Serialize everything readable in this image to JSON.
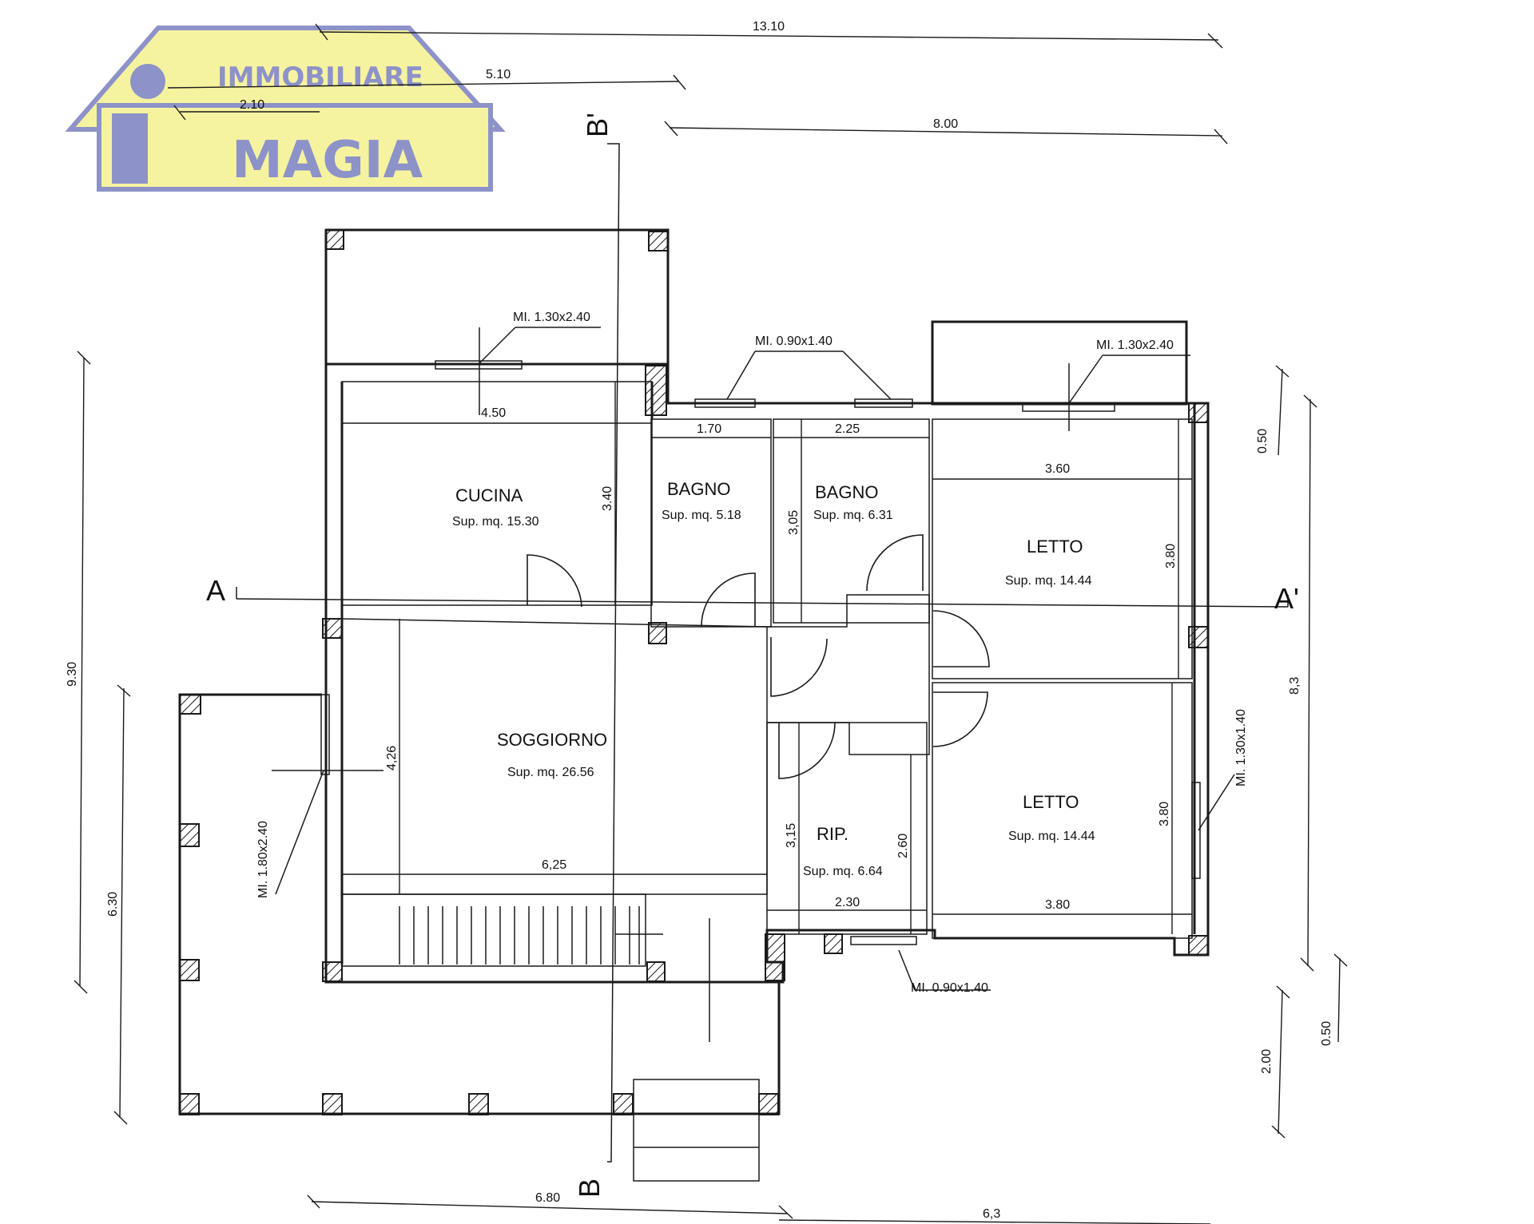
{
  "logo": {
    "line1": "IMMOBILIARE",
    "line2": "MAGIA",
    "color_fill": "#f6f3a0",
    "color_ink": "#8d92c8"
  },
  "rooms": {
    "cucina": {
      "name": "CUCINA",
      "area": "Sup. mq. 15.30"
    },
    "bagno1": {
      "name": "BAGNO",
      "area": "Sup. mq. 5.18"
    },
    "bagno2": {
      "name": "BAGNO",
      "area": "Sup. mq. 6.31"
    },
    "letto1": {
      "name": "LETTO",
      "area": "Sup. mq. 14.44"
    },
    "soggiorno": {
      "name": "SOGGIORNO",
      "area": "Sup. mq. 26.56"
    },
    "rip": {
      "name": "RIP.",
      "area": "Sup. mq. 6.64"
    },
    "letto2": {
      "name": "LETTO",
      "area": "Sup. mq. 14.44"
    }
  },
  "windows": {
    "w_cucina": "MI. 1.30x2.40",
    "w_bagni": "MI. 0.90x1.40",
    "w_letto1": "MI. 1.30x2.40",
    "w_letto2": "MI. 1.30x1.40",
    "w_soggiorno": "MI. 1.80x2.40",
    "w_rip": "MI. 0.90x1.40"
  },
  "dimensions": {
    "top_total": "13.10",
    "top_510": "5.10",
    "top_210": "2.10",
    "top_800": "8.00",
    "cucina_w": "4.50",
    "cucina_h": "3.40",
    "bagno1_w": "1.70",
    "bagno2_w": "2.25",
    "bagno2_h": "3,05",
    "letto1_w": "3.60",
    "letto1_h": "3.80",
    "soggiorno_h": "4,26",
    "soggiorno_w": "6,25",
    "rip_h": "3,15",
    "rip_h2": "2.60",
    "rip_w": "2.30",
    "letto2_h": "3.80",
    "letto2_w": "3.80",
    "left_930": "9.30",
    "left_630": "6.30",
    "right_050_top": "0.50",
    "right_83": "8,3",
    "right_050_bot": "0.50",
    "right_200": "2.00",
    "bottom_680": "6.80",
    "bottom_63": "6,3"
  },
  "sections": {
    "a": "A",
    "a_prime": "A'",
    "b": "B",
    "b_prime": "B'"
  }
}
